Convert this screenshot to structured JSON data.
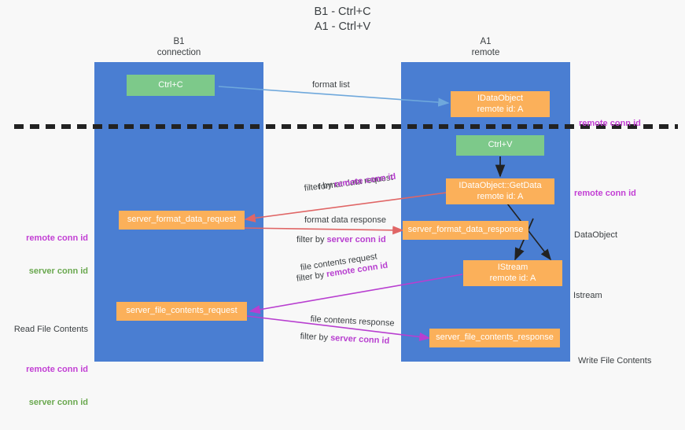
{
  "title": "B1 - Ctrl+C\nA1 - Ctrl+V",
  "colors": {
    "background": "#f8f8f8",
    "lane": "#4a7ed2",
    "green_node": "#7dc98a",
    "orange_node": "#fbb05a",
    "remote_conn_id": "#c23fd4",
    "server_conn_id": "#6aa84f",
    "arrow_blue": "#6fa8dc",
    "arrow_red": "#e06666",
    "arrow_purple": "#b83fd0",
    "arrow_black": "#222222",
    "divider": "#222222"
  },
  "lanes": [
    {
      "id": "b1",
      "title": "B1\nconnection"
    },
    {
      "id": "a1",
      "title": "A1\nremote"
    }
  ],
  "nodes": [
    {
      "id": "ctrl-c",
      "label": "Ctrl+C",
      "sub": "",
      "kind": "green",
      "lane": "b1"
    },
    {
      "id": "idataobject",
      "label": "IDataObject",
      "sub": "remote id: A",
      "kind": "orange",
      "lane": "a1"
    },
    {
      "id": "ctrl-v",
      "label": "Ctrl+V",
      "sub": "",
      "kind": "green",
      "lane": "a1"
    },
    {
      "id": "getdata",
      "label": "IDataObject::GetData",
      "sub": "remote id: A",
      "kind": "orange",
      "lane": "a1"
    },
    {
      "id": "server-format-data-request",
      "label": "server_format_data_request",
      "sub": "",
      "kind": "orange",
      "lane": "b1"
    },
    {
      "id": "server-format-data-response",
      "label": "server_format_data_response",
      "sub": "",
      "kind": "orange",
      "lane": "a1"
    },
    {
      "id": "istream",
      "label": "IStream",
      "sub": "remote id: A",
      "kind": "orange",
      "lane": "a1"
    },
    {
      "id": "server-file-contents-request",
      "label": "server_file_contents_request",
      "sub": "",
      "kind": "orange",
      "lane": "b1"
    },
    {
      "id": "server-file-contents-response",
      "label": "server_file_contents_response",
      "sub": "",
      "kind": "orange",
      "lane": "a1"
    }
  ],
  "edge_labels": {
    "format_list": "format list",
    "format_data_request": "format data request",
    "format_data_request_filter_prefix": "filter by ",
    "format_data_request_filter_key": "remote conn id",
    "format_data_response": "format data response",
    "format_data_response_filter_prefix": "filter by ",
    "format_data_response_filter_key": "server conn id",
    "file_contents_request": "file contents request",
    "file_contents_request_filter_prefix": "filter by ",
    "file_contents_request_filter_key": "remote conn id",
    "file_contents_response": "file contents response",
    "file_contents_response_filter_prefix": "filter by ",
    "file_contents_response_filter_key": "server conn id"
  },
  "annotations": {
    "right_top": {
      "remote": "remote conn id"
    },
    "right_getdata": {
      "remote": "remote conn id",
      "plain": "DataObject"
    },
    "right_istream": {
      "plain": "Istream"
    },
    "right_write": {
      "plain": "Write File Contents"
    },
    "left_format": {
      "remote": "remote conn id",
      "server": "server conn id"
    },
    "left_read": {
      "plain": "Read File Contents",
      "remote": "remote conn id",
      "server": "server conn id"
    }
  }
}
